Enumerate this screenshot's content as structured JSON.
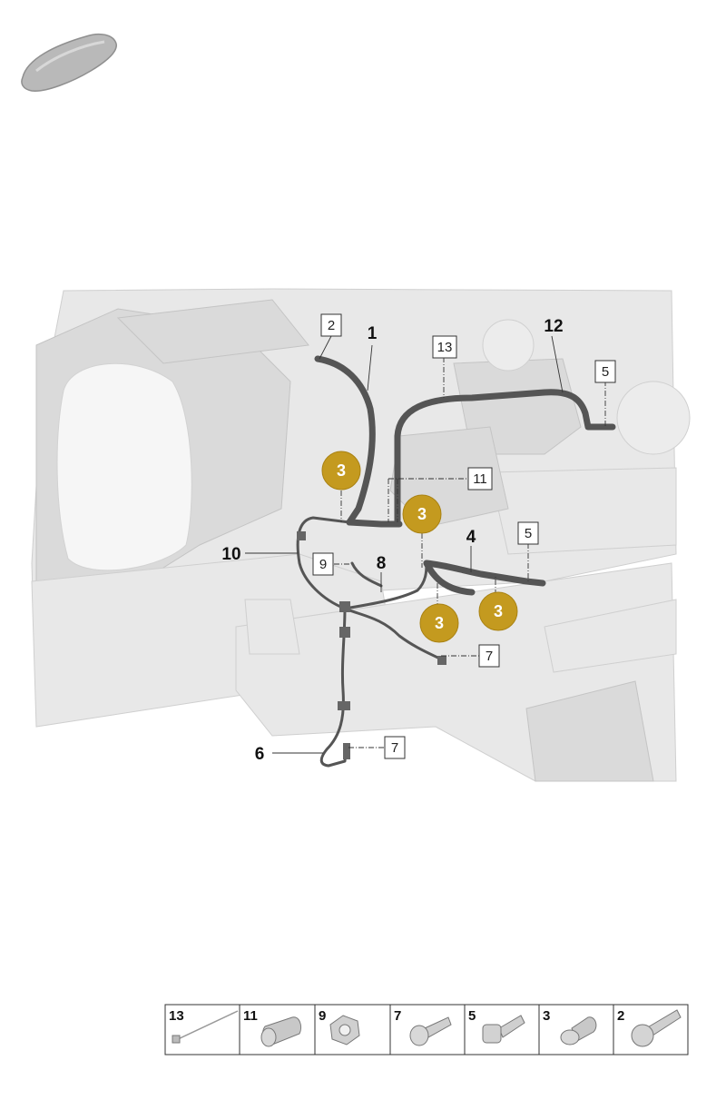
{
  "callouts": {
    "c1": "1",
    "c2": "2",
    "c4": "4",
    "c5a": "5",
    "c5b": "5",
    "c6": "6",
    "c7a": "7",
    "c7b": "7",
    "c8": "8",
    "c9": "9",
    "c10": "10",
    "c11": "11",
    "c12": "12",
    "c13": "13"
  },
  "gold_markers": [
    "3",
    "3",
    "3",
    "3"
  ],
  "legend": {
    "items": [
      {
        "number": "13",
        "icon": "cable-tie-icon"
      },
      {
        "number": "11",
        "icon": "clip-nut-icon"
      },
      {
        "number": "9",
        "icon": "hex-nut-icon"
      },
      {
        "number": "7",
        "icon": "screw-icon"
      },
      {
        "number": "5",
        "icon": "bolt-icon"
      },
      {
        "number": "3",
        "icon": "clip-icon"
      },
      {
        "number": "2",
        "icon": "flange-bolt-icon"
      }
    ]
  },
  "colors": {
    "gold_marker": "#c49a1f",
    "cable": "#555555",
    "body_panel": "#e8e8e8"
  }
}
